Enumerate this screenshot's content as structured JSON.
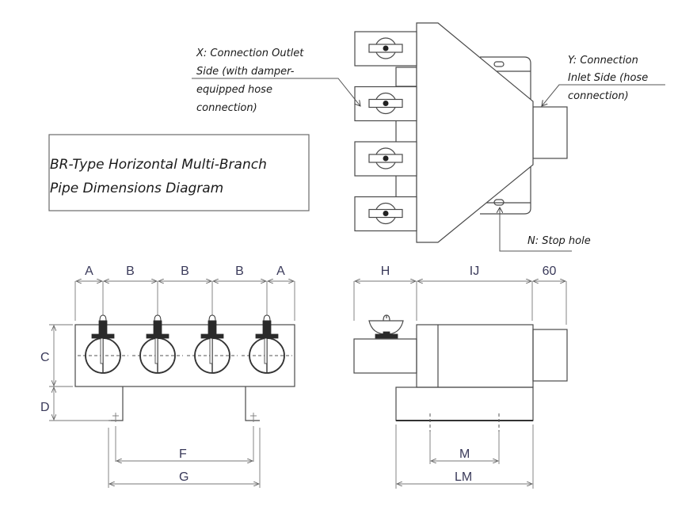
{
  "title_box": {
    "line1": "BR-Type Horizontal Multi-Branch",
    "line2": "Pipe Dimensions Diagram"
  },
  "callouts": {
    "x_outlet": [
      "X: Connection Outlet",
      "Side (with damper-",
      "equipped hose",
      "connection)"
    ],
    "y_inlet": [
      "Y: Connection",
      "Inlet Side (hose",
      "connection)"
    ],
    "n_stop": "N: Stop hole"
  },
  "front_view": {
    "branch_count": 4,
    "top_dims": [
      "A",
      "B",
      "B",
      "B",
      "A"
    ],
    "side_dims": [
      "C",
      "D"
    ],
    "bottom_dims": [
      "F",
      "G"
    ]
  },
  "side_view": {
    "top_dims": [
      "H",
      "IJ",
      "60"
    ],
    "bottom_dims": [
      "M",
      "LM"
    ]
  },
  "top_view": {
    "branch_count": 4
  }
}
